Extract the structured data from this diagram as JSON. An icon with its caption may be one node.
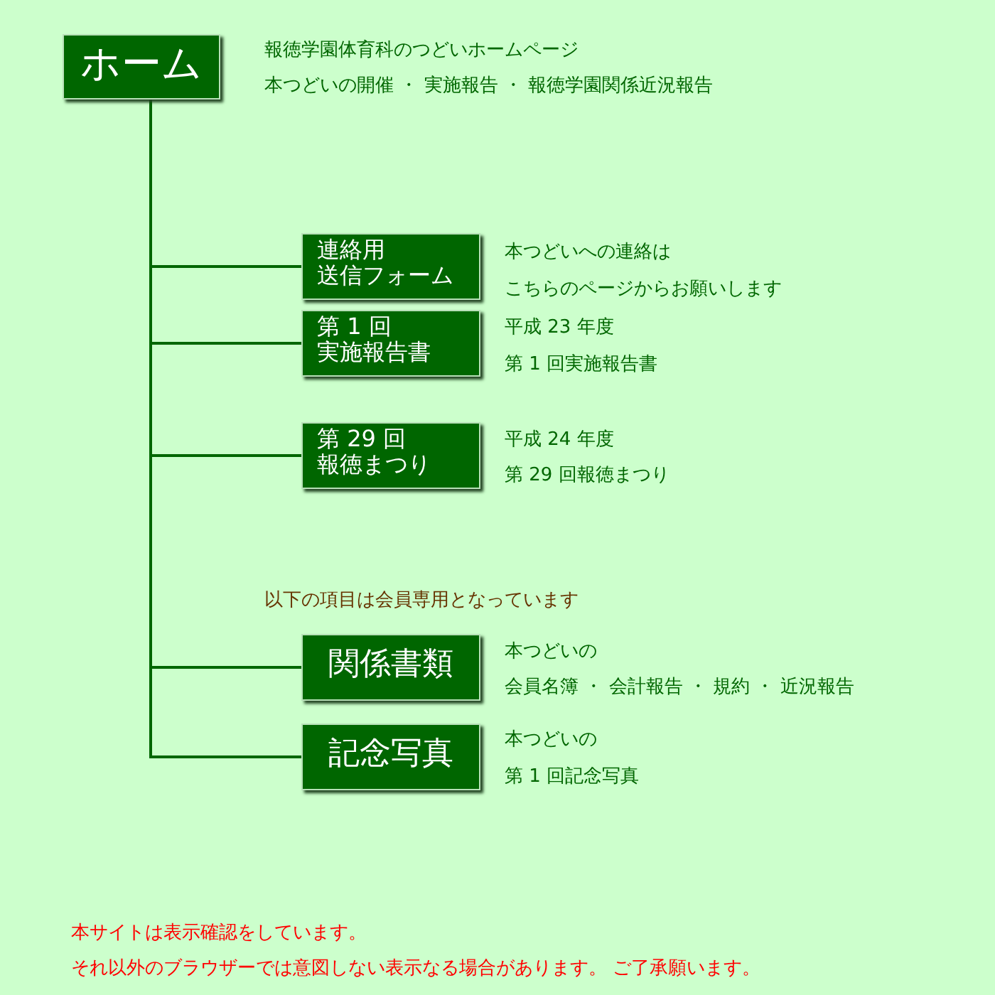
{
  "diagram": {
    "nodes": [
      {
        "text": [
          "ホーム"
        ],
        "beside": [
          "報徳学園体育科のつどいホームページ",
          "本つどいの開催 ・ 実施報告 ・ 報徳学園関係近況報告"
        ]
      },
      {
        "text": [
          "連絡用送信フォーム"
        ],
        "beside": [
          "本つどいへの連絡は",
          "こちらのページからお願いします"
        ]
      },
      {
        "text": [
          "第 1 回実施報告書"
        ],
        "beside": [
          "平成 23 年度",
          "第 1 回実施報告書"
        ]
      },
      {
        "text": [
          "第 29 回報徳まつり"
        ],
        "beside": [
          "平成 24 年度",
          "第 29 回報徳まつり"
        ]
      },
      {
        "text": [
          "関係書類"
        ],
        "beside": [
          "本つどいの",
          "会員名簿 ・ 会計報告 ・ 規約 ・ 近況報告"
        ]
      },
      {
        "text": [
          "記念写真"
        ],
        "beside": [
          "本つどいの",
          "第 1 回記念写真"
        ]
      }
    ],
    "edges": [
      {
        "from": 0,
        "to": 1,
        "arrow": "none"
      },
      {
        "from": 0,
        "to": 2,
        "arrow": "none"
      },
      {
        "from": 0,
        "to": 3,
        "arrow": "none"
      },
      {
        "from": 0,
        "to": 4,
        "arrow": "none"
      },
      {
        "from": 0,
        "to": 5,
        "arrow": "none"
      }
    ],
    "labels": [
      "以下の項目は会員専用となっています",
      "本サイトは表示確認をしています。",
      "それ以外のブラウザーでは意図しない表示なる場合があります。 ご了承願います。"
    ]
  }
}
